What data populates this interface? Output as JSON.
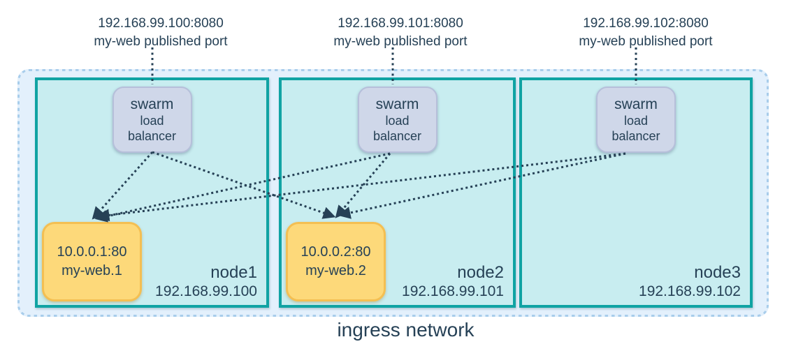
{
  "published_ports": [
    {
      "address": "192.168.99.100:8080",
      "caption": "my-web published port"
    },
    {
      "address": "192.168.99.101:8080",
      "caption": "my-web published port"
    },
    {
      "address": "192.168.99.102:8080",
      "caption": "my-web published port"
    }
  ],
  "nodes": [
    {
      "name": "node1",
      "ip": "192.168.99.100",
      "load_balancer": {
        "line1": "swarm",
        "line2": "load",
        "line3": "balancer"
      },
      "task": {
        "address": "10.0.0.1:80",
        "name": "my-web.1"
      }
    },
    {
      "name": "node2",
      "ip": "192.168.99.101",
      "load_balancer": {
        "line1": "swarm",
        "line2": "load",
        "line3": "balancer"
      },
      "task": {
        "address": "10.0.0.2:80",
        "name": "my-web.2"
      }
    },
    {
      "name": "node3",
      "ip": "192.168.99.102",
      "load_balancer": {
        "line1": "swarm",
        "line2": "load",
        "line3": "balancer"
      }
    }
  ],
  "network_label": "ingress network",
  "colors": {
    "text_navy": "#264156",
    "ingress_fill": "#e3f0fc",
    "ingress_border": "#a8cdeb",
    "node_fill": "#c8edf0",
    "node_border": "#10a3a3",
    "lb_fill": "#cfd7e9",
    "lb_border": "#b6bfda",
    "task_fill": "#fdd97a",
    "task_border": "#f4bf52",
    "connector": "#264156"
  }
}
